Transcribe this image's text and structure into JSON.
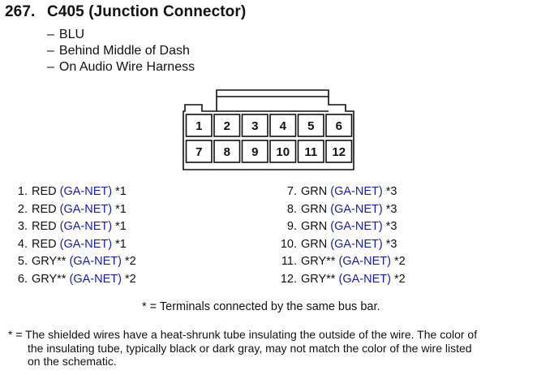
{
  "header": {
    "number": "267.",
    "title": "C405 (Junction Connector)",
    "details": [
      "BLU",
      "Behind Middle of Dash",
      "On Audio Wire Harness"
    ],
    "dash": "–"
  },
  "connector": {
    "top_row": [
      "1",
      "2",
      "3",
      "4",
      "5",
      "6"
    ],
    "bottom_row": [
      "7",
      "8",
      "9",
      "10",
      "11",
      "12"
    ]
  },
  "pins_left": [
    {
      "num": "1.",
      "color": "RED",
      "net": "(GA-NET)",
      "note": "*1"
    },
    {
      "num": "2.",
      "color": "RED",
      "net": "(GA-NET)",
      "note": "*1"
    },
    {
      "num": "3.",
      "color": "RED",
      "net": "(GA-NET)",
      "note": "*1"
    },
    {
      "num": "4.",
      "color": "RED",
      "net": "(GA-NET)",
      "note": "*1"
    },
    {
      "num": "5.",
      "color": "GRY**",
      "net": "(GA-NET)",
      "note": "*2"
    },
    {
      "num": "6.",
      "color": "GRY**",
      "net": "(GA-NET)",
      "note": "*2"
    }
  ],
  "pins_right": [
    {
      "num": "7.",
      "color": "GRN",
      "net": "(GA-NET)",
      "note": "*3"
    },
    {
      "num": "8.",
      "color": "GRN",
      "net": "(GA-NET)",
      "note": "*3"
    },
    {
      "num": "9.",
      "color": "GRN",
      "net": "(GA-NET)",
      "note": "*3"
    },
    {
      "num": "10.",
      "color": "GRN",
      "net": "(GA-NET)",
      "note": "*3"
    },
    {
      "num": "11.",
      "color": "GRY**",
      "net": "(GA-NET)",
      "note": "*2"
    },
    {
      "num": "12.",
      "color": "GRY**",
      "net": "(GA-NET)",
      "note": "*2"
    }
  ],
  "bus_note": "* = Terminals connected by the same bus bar.",
  "footnote": {
    "line1": "* = The shielded wires have a heat-shrunk tube insulating the outside of the wire. The color of",
    "line2": "the insulating tube, typically black or dark gray, may not match the color of the wire listed",
    "line3": "on the schematic."
  },
  "colors": {
    "text": "#111111",
    "net_link": "#1a1aa6"
  }
}
